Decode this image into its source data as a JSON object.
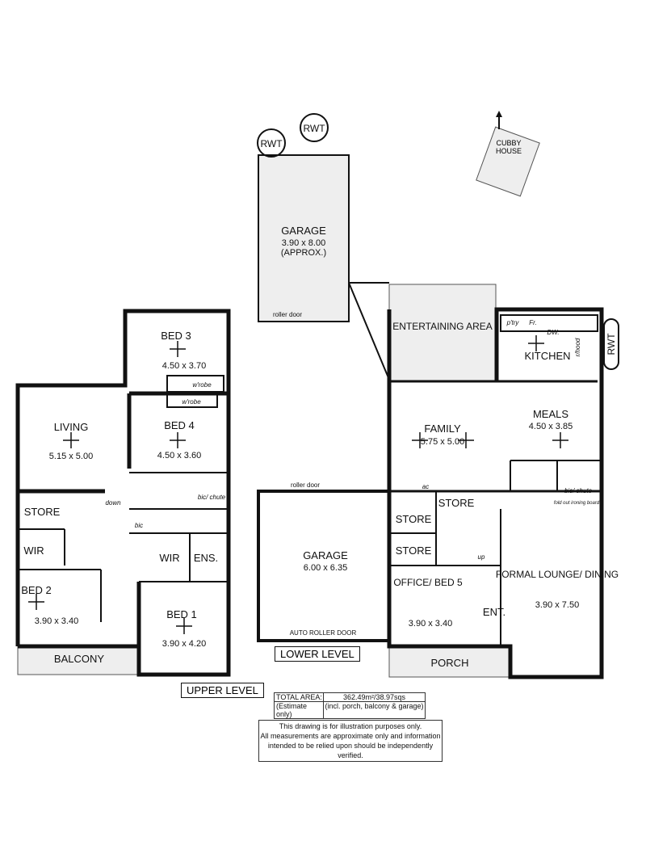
{
  "upper_level": {
    "title": "UPPER LEVEL",
    "rooms": [
      {
        "name": "BED 3",
        "dims": "4.50 x 3.70"
      },
      {
        "name": "BED 4",
        "dims": "4.50 x 3.60"
      },
      {
        "name": "LIVING",
        "dims": "5.15 x 5.00"
      },
      {
        "name": "BED 2",
        "dims": "3.90 x 3.40"
      },
      {
        "name": "BED 1",
        "dims": "3.90 x 4.20"
      }
    ],
    "labels": {
      "store": "STORE",
      "wir": "WIR",
      "wir2": "WIR",
      "ens": "ENS.",
      "balcony": "BALCONY",
      "wrobe1": "w'robe",
      "wrobe2": "w'robe",
      "bic_chute": "bic/ chute",
      "bic": "bic",
      "down": "down"
    }
  },
  "lower_level": {
    "title": "LOWER LEVEL",
    "rooms": [
      {
        "name": "GARAGE",
        "dims": "3.90 x 8.00",
        "note": "(APPROX.)"
      },
      {
        "name": "ENTERTAINING AREA"
      },
      {
        "name": "KITCHEN"
      },
      {
        "name": "MEALS",
        "dims": "4.50 x 3.85"
      },
      {
        "name": "FAMILY",
        "dims": "5.75 x 5.00"
      },
      {
        "name": "GARAGE",
        "dims": "6.00 x 6.35"
      },
      {
        "name": "OFFICE/ BED 5",
        "dims": "3.90 x 3.40"
      },
      {
        "name": "FORMAL LOUNGE/ DINING",
        "dims": "3.90 x 7.50"
      },
      {
        "name": "ENT."
      },
      {
        "name": "PORCH"
      }
    ],
    "labels": {
      "store1": "STORE",
      "store2": "STORE",
      "store3": "STORE",
      "rwt1": "RWT",
      "rwt2": "RWT",
      "rwt3": "RWT",
      "cubby": "CUBBY HOUSE",
      "roller1": "roller door",
      "roller2": "roller door",
      "auto_roller": "AUTO ROLLER DOOR",
      "ptry": "p'try",
      "fr": "Fr.",
      "dw": "DW.",
      "rhood": "r/hood",
      "bic_chute": "bic/ chute",
      "ironing": "fold out ironing board",
      "ac": "ac",
      "up": "up"
    }
  },
  "total_area": {
    "label": "TOTAL AREA:",
    "value": "362.49m²/38.97sqs",
    "sub_label": "(Estimate only)",
    "sub_value": "(incl. porch, balcony & garage)"
  },
  "disclaimer": [
    "This drawing is for illustration purposes only.",
    "All measurements are approximate only and information",
    "intended to be relied upon should be independently verified."
  ]
}
